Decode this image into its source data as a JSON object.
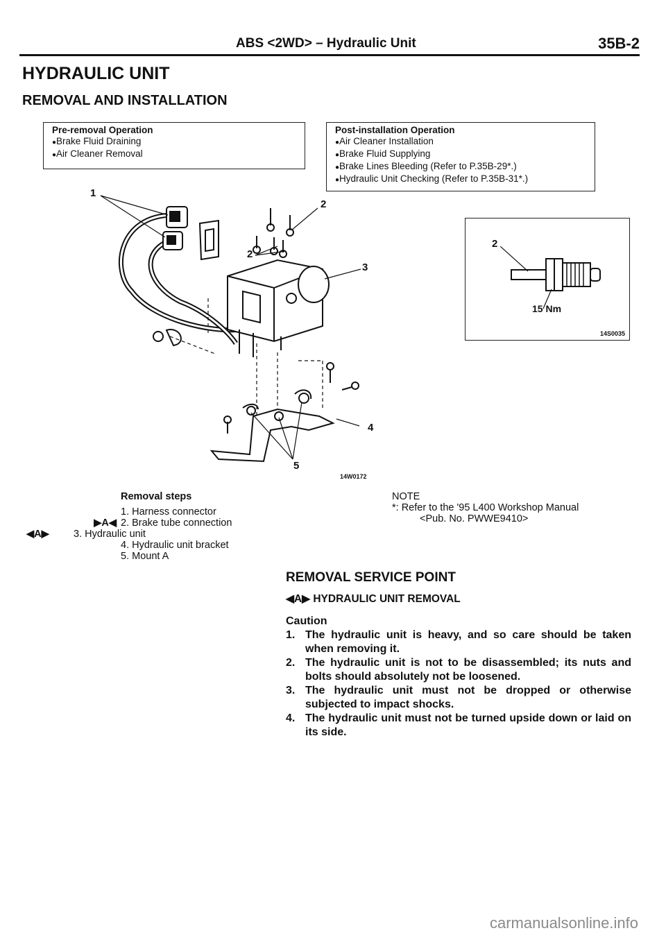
{
  "header": {
    "title": "ABS <2WD> – Hydraulic Unit",
    "page": "35B-2"
  },
  "heading": "HYDRAULIC UNIT",
  "subheading": "REMOVAL AND INSTALLATION",
  "pre_removal": {
    "title": "Pre-removal Operation",
    "items": [
      "Brake Fluid Draining",
      "Air Cleaner Removal"
    ]
  },
  "post_installation": {
    "title": "Post-installation Operation",
    "items": [
      "Air Cleaner Installation",
      "Brake Fluid Supplying",
      "Brake Lines Bleeding (Refer to P.35B-29*.)",
      "Hydraulic Unit Checking (Refer to P.35B-31*.)"
    ]
  },
  "diagram": {
    "code": "14W0172",
    "callouts": [
      "1",
      "2",
      "2",
      "3",
      "4",
      "5"
    ]
  },
  "detail": {
    "callout": "2",
    "torque": "15 Nm",
    "code": "14S0035"
  },
  "removal_steps": {
    "title": "Removal steps",
    "steps": [
      {
        "marker": "",
        "text": "1. Harness connector"
      },
      {
        "marker": "▶A◀",
        "text": "2. Brake tube connection"
      },
      {
        "marker": "◀A▶",
        "text": "3. Hydraulic unit"
      },
      {
        "marker": "",
        "text": "4. Hydraulic unit bracket"
      },
      {
        "marker": "",
        "text": "5. Mount A"
      }
    ]
  },
  "note": {
    "title": "NOTE",
    "line1": "*: Refer to the '95 L400 Workshop Manual",
    "line2": "<Pub. No. PWWE9410>"
  },
  "service": {
    "title": "REMOVAL SERVICE POINT",
    "subtitle_marker": "◀A▶",
    "subtitle": "HYDRAULIC UNIT REMOVAL",
    "caution_title": "Caution",
    "items": [
      "The hydraulic unit is heavy, and so care should be taken when removing it.",
      "The hydraulic unit is not to be disassembled; its nuts and bolts should absolutely not be loosened.",
      "The hydraulic unit must not be dropped or otherwise subjected to impact shocks.",
      "The hydraulic unit must not be turned upside down or laid on its side."
    ]
  },
  "watermark": "carmanualsonline.info"
}
